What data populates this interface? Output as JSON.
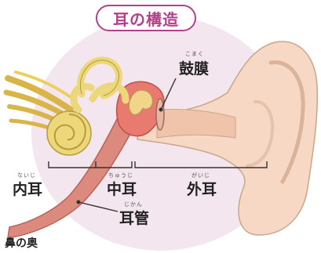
{
  "title": "耳の構造",
  "labels": {
    "eardrum": {
      "text": "鼓膜",
      "reading": "こまく"
    },
    "inner_ear": {
      "text": "内耳",
      "reading": "ないじ"
    },
    "middle_ear": {
      "text": "中耳",
      "reading": "ちゅうじ"
    },
    "outer_ear": {
      "text": "外耳",
      "reading": "がいじ"
    },
    "ear_tube": {
      "text": "耳管",
      "reading": "じかん"
    },
    "back_of_nose": {
      "text": "鼻の奥"
    }
  },
  "colors": {
    "title_accent": "#b3408a",
    "background_circle": "#f3e6ee",
    "skin": "#f6d8c4",
    "cochlea": "#ecd77a",
    "nerve": "#d9b446",
    "tube": "#dc8a7e",
    "tympanic_cavity": "#e87a6f"
  }
}
